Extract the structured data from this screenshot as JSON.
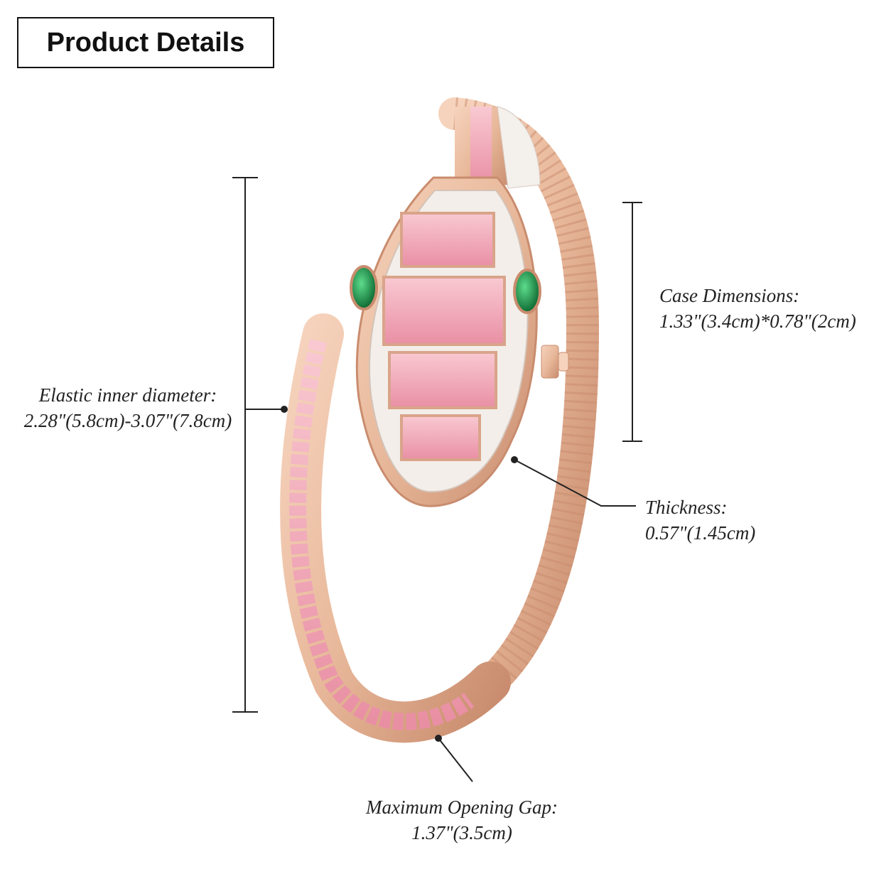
{
  "title": "Product Details",
  "dimensions": {
    "inner_diameter": {
      "label": "Elastic inner diameter:",
      "value": "2.28\"(5.8cm)-3.07\"(7.8cm)"
    },
    "case": {
      "label": "Case Dimensions:",
      "value": "1.33\"(3.4cm)*0.78\"(2cm)"
    },
    "thickness": {
      "label": "Thickness:",
      "value": "0.57\"(1.45cm)"
    },
    "opening_gap": {
      "label": "Maximum Opening Gap:",
      "value": "1.37\"(3.5cm)"
    }
  },
  "colors": {
    "rose_gold": "#e8b89a",
    "rose_gold_dark": "#c98c6e",
    "pink_stone": "#f2a7b6",
    "emerald": "#1f8f4a",
    "line": "#222222"
  }
}
